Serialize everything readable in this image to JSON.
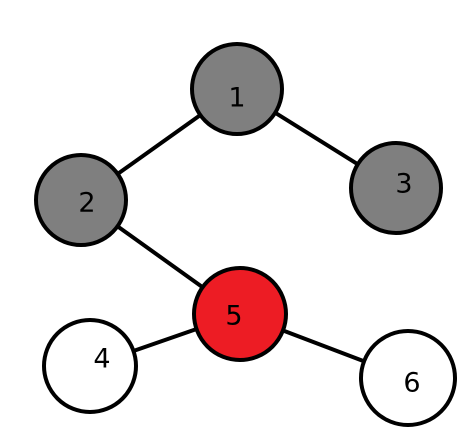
{
  "graph": {
    "colors": {
      "visited": "#7f7f7f",
      "current": "#ed1c24",
      "unvisited": "#ffffff",
      "stroke": "#000000"
    },
    "nodes": [
      {
        "id": "1",
        "label": "1",
        "state": "visited"
      },
      {
        "id": "2",
        "label": "2",
        "state": "visited"
      },
      {
        "id": "3",
        "label": "3",
        "state": "visited"
      },
      {
        "id": "4",
        "label": "4",
        "state": "unvisited"
      },
      {
        "id": "5",
        "label": "5",
        "state": "current"
      },
      {
        "id": "6",
        "label": "6",
        "state": "unvisited"
      }
    ],
    "edges": [
      {
        "from": "1",
        "to": "2"
      },
      {
        "from": "1",
        "to": "3"
      },
      {
        "from": "2",
        "to": "5"
      },
      {
        "from": "5",
        "to": "4"
      },
      {
        "from": "5",
        "to": "6"
      }
    ]
  }
}
